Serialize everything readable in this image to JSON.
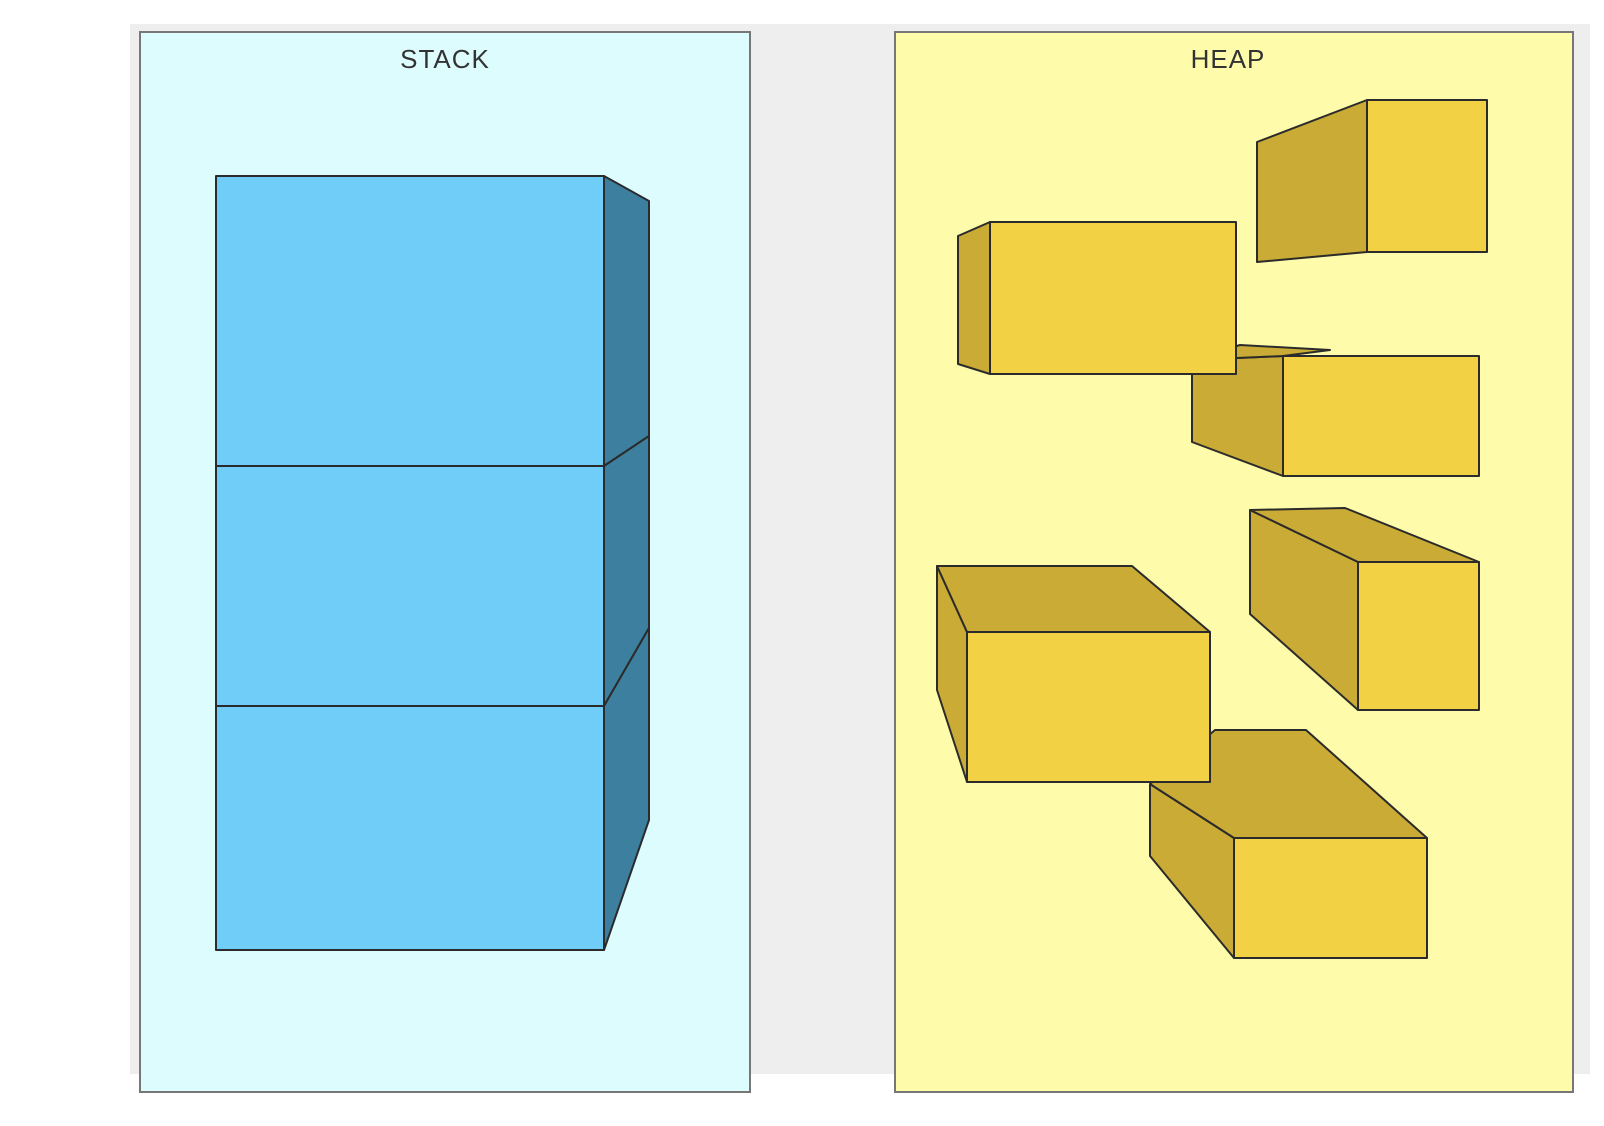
{
  "panels": {
    "stack": {
      "title": "STACK",
      "background": "#dcfcfe",
      "border": "#777777"
    },
    "heap": {
      "title": "HEAP",
      "background": "#fefcaa",
      "border": "#777777"
    }
  },
  "colors": {
    "canvas_gap": "#eeeeee",
    "stack_block_front": "#6fcdf8",
    "stack_block_side": "#3d7f9f",
    "heap_block_front": "#f2d244",
    "heap_block_side": "#c9ab35",
    "outline": "#2b2b2b"
  },
  "stack": {
    "block_count": 3
  },
  "heap": {
    "block_count": 6
  }
}
